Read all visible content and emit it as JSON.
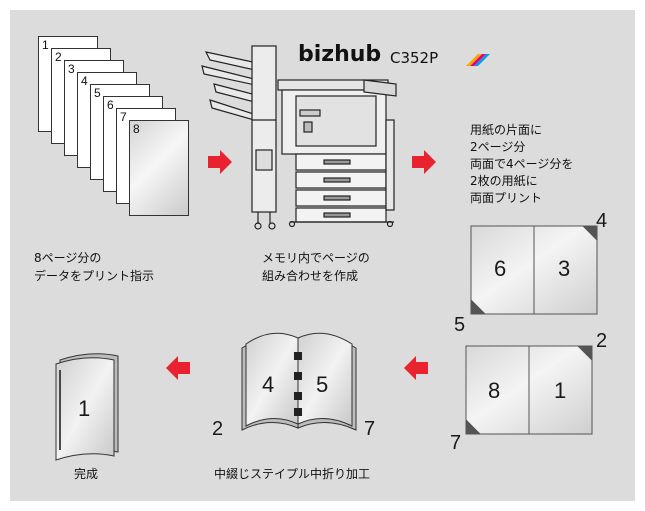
{
  "brand": {
    "name": "bizhub",
    "model": "C352P"
  },
  "steps": {
    "print_instruction": [
      "8ページ分の",
      "データをプリント指示"
    ],
    "memory_combine": [
      "メモリ内でページの",
      "組み合わせを作成"
    ],
    "duplex_note": [
      "用紙の片面に",
      "2ページ分",
      "両面で4ページ分を",
      "2枚の用紙に",
      "両面プリント"
    ],
    "saddle_stitch": "中綴じステイプル中折り加工",
    "complete": "完成"
  },
  "source_pages": [
    "1",
    "2",
    "3",
    "4",
    "5",
    "6",
    "7",
    "8"
  ],
  "sheet_top": {
    "left": "6",
    "right": "3",
    "back_top_right": "4",
    "back_bottom_left": "5"
  },
  "sheet_bottom": {
    "left": "8",
    "right": "1",
    "back_top_right": "2",
    "back_bottom_left": "7"
  },
  "booklet_open": {
    "left": "4",
    "right": "5",
    "outer_left": "2",
    "outer_right": "7"
  },
  "booklet_closed": {
    "cover": "1"
  },
  "colors": {
    "arrow": "#e8232f",
    "panel": "#dcdcdc",
    "accent_logo": [
      "#f7a800",
      "#e6007e",
      "#00a0e9"
    ]
  }
}
